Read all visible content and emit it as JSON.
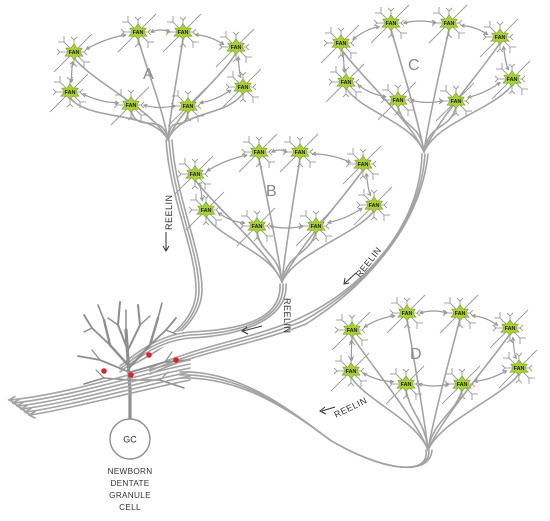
{
  "fan_label": "FAN",
  "clusters": [
    {
      "label": "A"
    },
    {
      "label": "B"
    },
    {
      "label": "C"
    },
    {
      "label": "D"
    }
  ],
  "reelin_label": "REELIN",
  "gc": {
    "label": "GC",
    "caption": [
      "NEWBORN",
      "DENTATE",
      "GRANULE",
      "CELL"
    ]
  },
  "colors": {
    "fan_soma": "#a9cf3a",
    "axon": "#a3a3a3",
    "synapse": "#d9252b",
    "granule_cell": "#8e8e8e"
  }
}
